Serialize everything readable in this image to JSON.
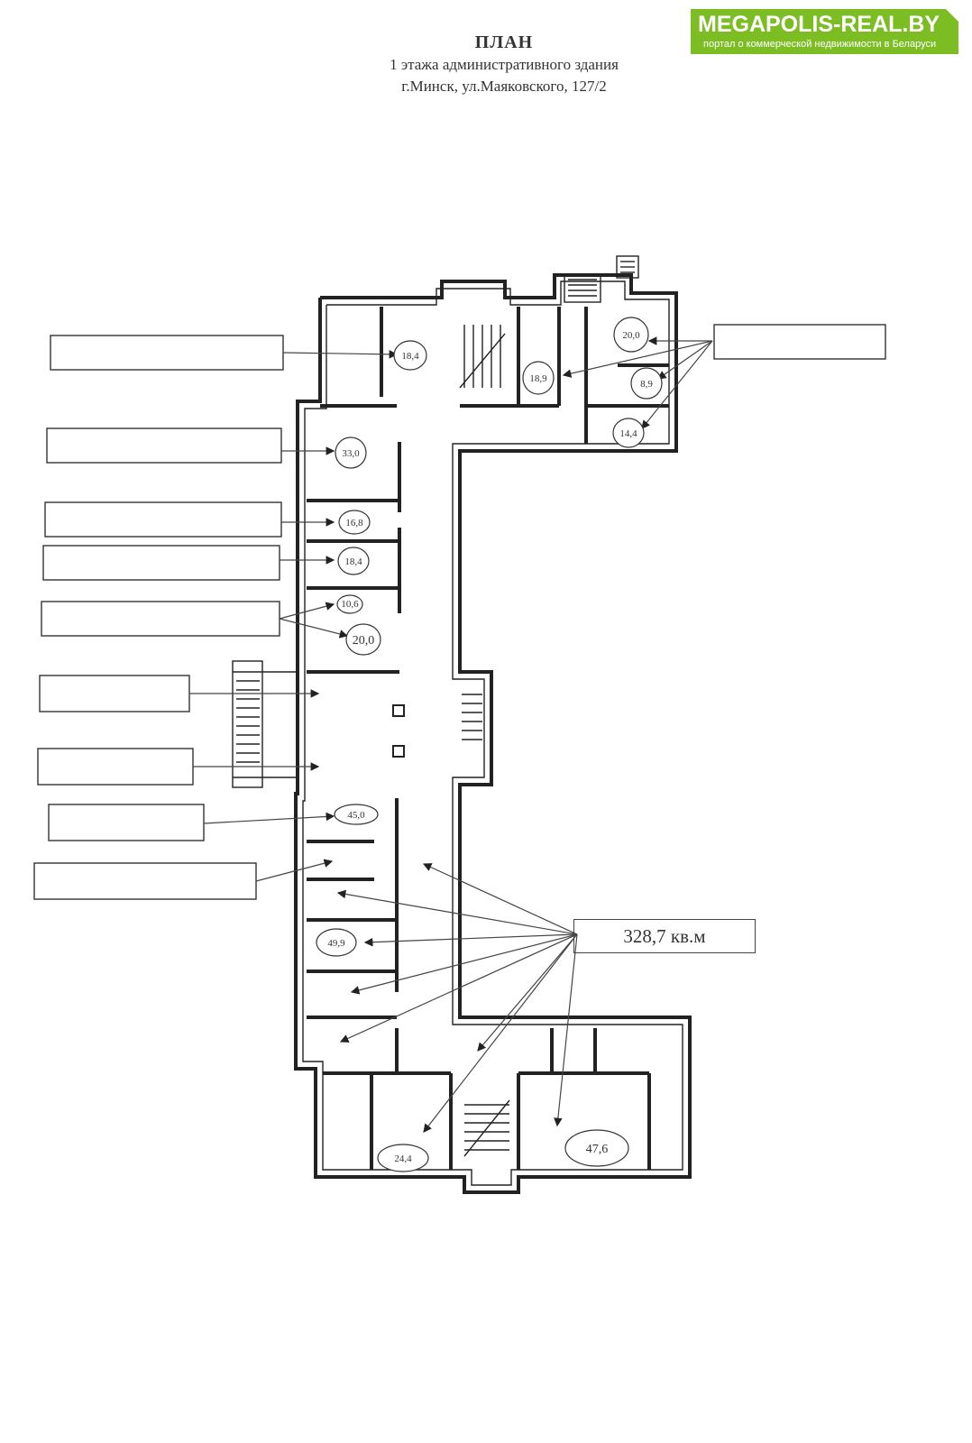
{
  "header": {
    "title": "ПЛАН",
    "subtitle_line1": "1 этажа административного здания",
    "subtitle_line2": "г.Минск, ул.Маяковского, 127/2"
  },
  "logo": {
    "name": "MEGAPOLIS-REAL.BY",
    "tagline": "портал о коммерческой недвижимости в Беларуси",
    "color": "#7cbd24"
  },
  "total_area_label": "328,7 кв.м",
  "rooms": [
    {
      "id": "r1",
      "area": "18,4"
    },
    {
      "id": "r2",
      "area": "18,9"
    },
    {
      "id": "r3",
      "area": "20,0"
    },
    {
      "id": "r4",
      "area": "8,9"
    },
    {
      "id": "r5",
      "area": "14,4"
    },
    {
      "id": "r6",
      "area": "33,0"
    },
    {
      "id": "r7",
      "area": "16,8"
    },
    {
      "id": "r8",
      "area": "18,4"
    },
    {
      "id": "r9",
      "area": "10,6"
    },
    {
      "id": "r10",
      "area": "20,0"
    },
    {
      "id": "r11",
      "area": "45,0"
    },
    {
      "id": "r12",
      "area": "49,9"
    },
    {
      "id": "r13",
      "area": "24,4"
    },
    {
      "id": "r14",
      "area": "47,6"
    }
  ]
}
